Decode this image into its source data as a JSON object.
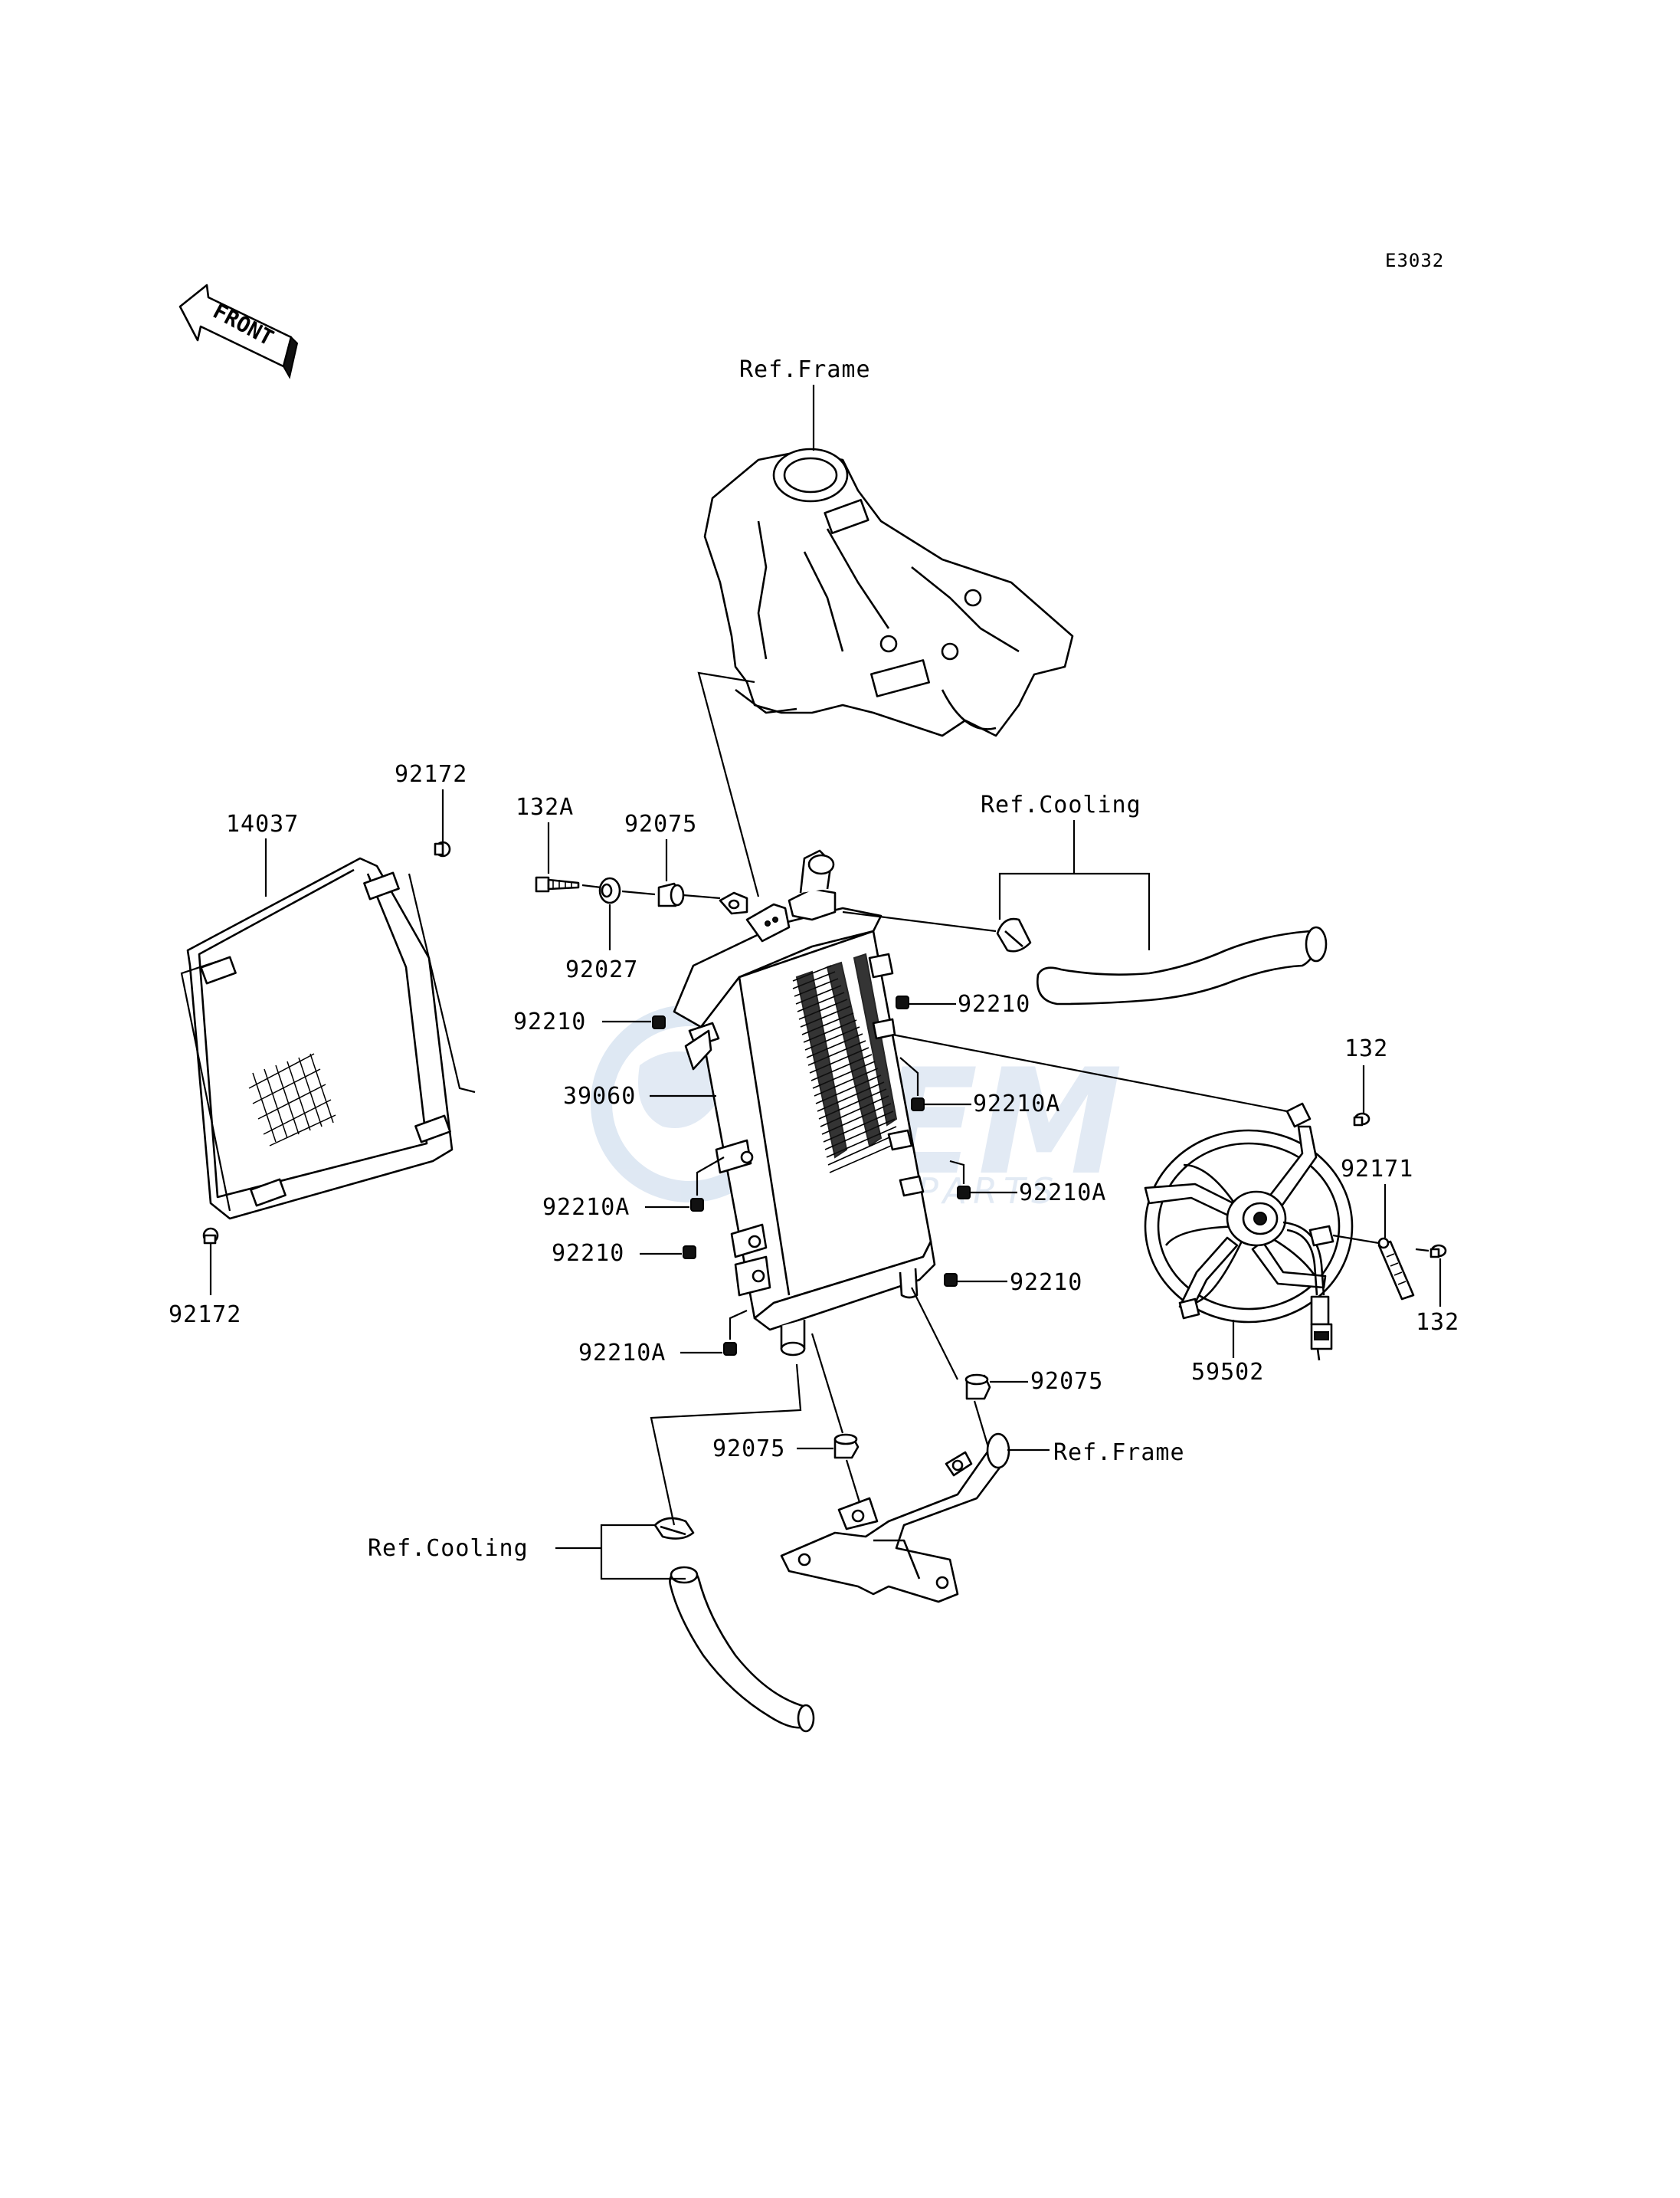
{
  "diagram_code": "E3032",
  "front_label": "FRONT",
  "watermark": {
    "brand": "OEM",
    "tagline": "MOTORPARTS"
  },
  "refs": {
    "frame_top": "Ref.Frame",
    "frame_bottom": "Ref.Frame",
    "cooling_top": "Ref.Cooling",
    "cooling_bottom": "Ref.Cooling"
  },
  "parts": {
    "p14037": "14037",
    "p92172_top": "92172",
    "p92172_bottom": "92172",
    "p132A": "132A",
    "p92075_top": "92075",
    "p92027": "92027",
    "p92210_l1": "92210",
    "p39060": "39060",
    "p92210A_l1": "92210A",
    "p92210_l2": "92210",
    "p92210A_l2": "92210A",
    "p92210_r1": "92210",
    "p92210A_r1": "92210A",
    "p92210A_r2": "92210A",
    "p92210_r2": "92210",
    "p92075_r": "92075",
    "p92075_b": "92075",
    "p132_top": "132",
    "p92171": "92171",
    "p132_bottom": "132",
    "p59502": "59502"
  }
}
